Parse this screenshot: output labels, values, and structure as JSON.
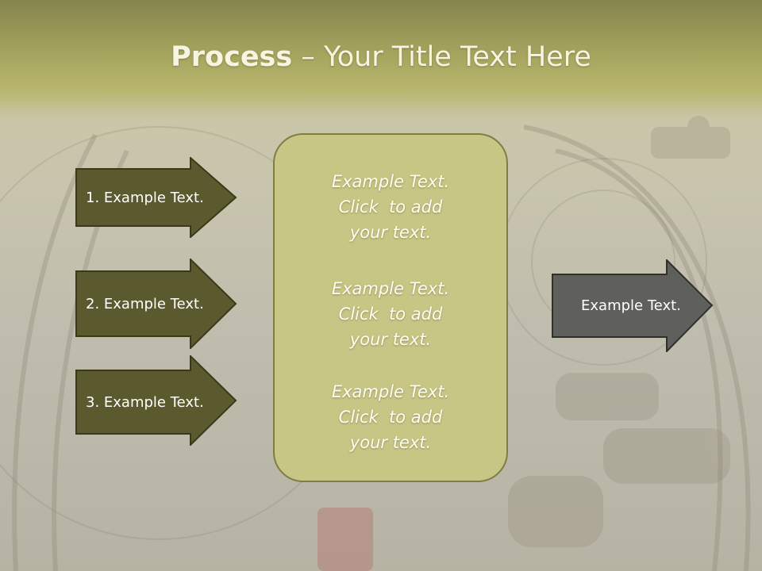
{
  "slide": {
    "title_bold": "Process",
    "title_rest": " – Your Title Text Here"
  },
  "steps": [
    {
      "label": "1. Example Text."
    },
    {
      "label": "2. Example Text."
    },
    {
      "label": "3. Example Text."
    }
  ],
  "center": {
    "blocks": [
      {
        "line1": "Example Text.",
        "line2": "Click  to add",
        "line3": "your text."
      },
      {
        "line1": "Example Text.",
        "line2": "Click  to add",
        "line3": "your text."
      },
      {
        "line1": "Example Text.",
        "line2": "Click  to add",
        "line3": "your text."
      }
    ]
  },
  "result": {
    "label": "Example Text."
  },
  "colors": {
    "header": "#a5a45e",
    "step_arrow_fill": "#5b5a2e",
    "center_box_fill": "#c8c685",
    "result_arrow_fill": "#5f5f5c"
  },
  "icons": {
    "background": "jet-engine-photo"
  }
}
